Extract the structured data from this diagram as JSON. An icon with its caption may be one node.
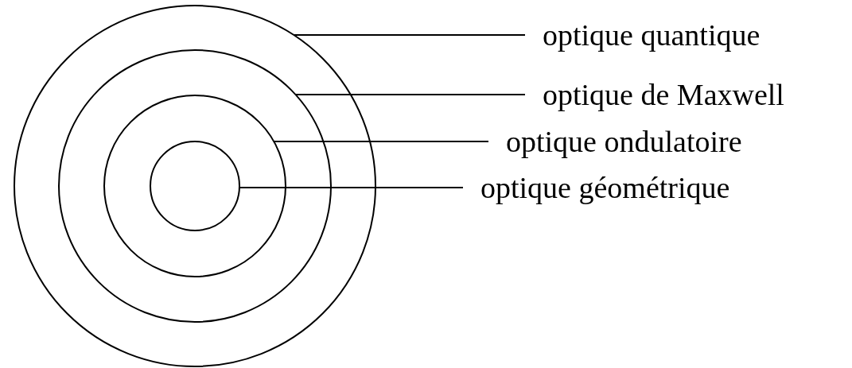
{
  "diagram": {
    "nodes": [
      {
        "text": [],
        "shape": "circle"
      },
      {
        "text": [],
        "shape": "circle",
        "in": 0
      },
      {
        "text": [],
        "shape": "circle",
        "in": 1
      },
      {
        "text": [],
        "shape": "circle",
        "in": 2
      },
      {
        "text": [
          "optique quantique"
        ]
      },
      {
        "text": [
          "optique de Maxwell"
        ]
      },
      {
        "text": [
          "optique ondulatoire"
        ]
      },
      {
        "text": [
          "optique géométrique"
        ]
      }
    ],
    "edges": [
      {
        "from": 4,
        "to": 0,
        "arrow": "none"
      },
      {
        "from": 5,
        "to": 1,
        "arrow": "none"
      },
      {
        "from": 6,
        "to": 2,
        "arrow": "none"
      },
      {
        "from": 7,
        "to": 3,
        "arrow": "none"
      }
    ]
  }
}
